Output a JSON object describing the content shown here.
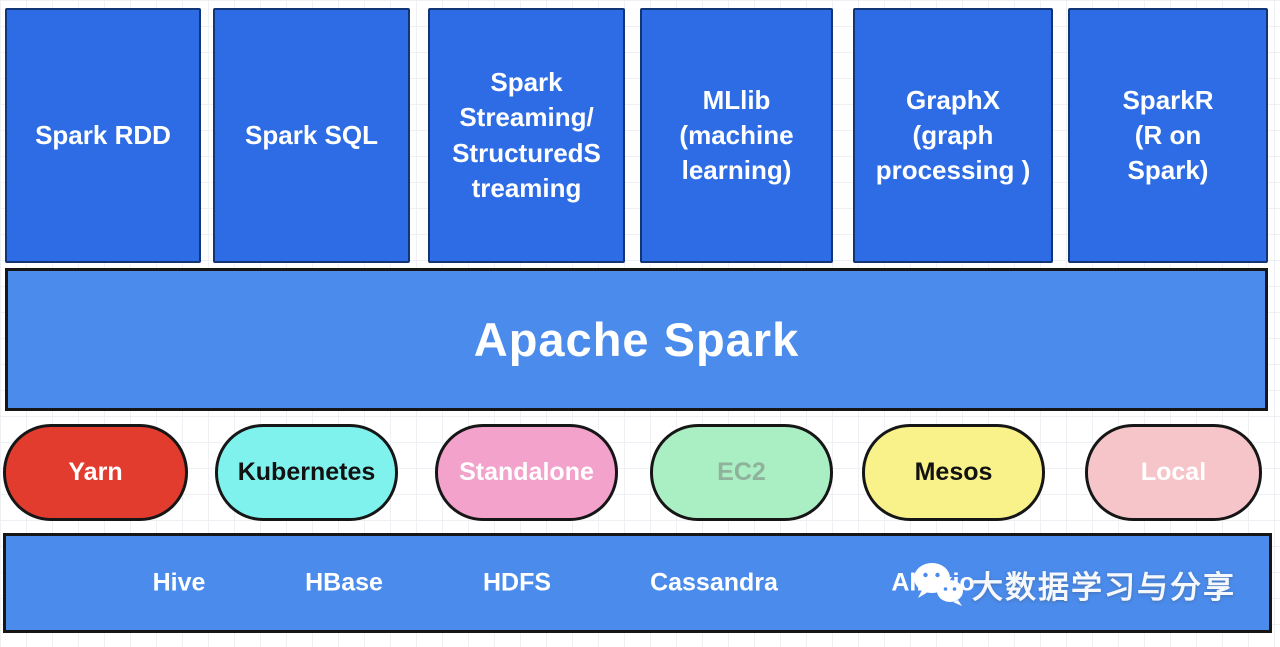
{
  "diagram": {
    "title": "Apache Spark",
    "components": [
      {
        "label": "Spark RDD"
      },
      {
        "label": "Spark SQL"
      },
      {
        "label": "Spark\nStreaming/\nStructuredS\ntreaming"
      },
      {
        "label": "MLlib\n(machine\nlearning)"
      },
      {
        "label": "GraphX\n(graph\nprocessing )"
      },
      {
        "label": "SparkR\n(R on\nSpark)"
      }
    ],
    "cluster_managers": [
      {
        "label": "Yarn",
        "bg": "#e23c2f",
        "fg": "#ffffff"
      },
      {
        "label": "Kubernetes",
        "bg": "#80f2ee",
        "fg": "#121212"
      },
      {
        "label": "Standalone",
        "bg": "#f2a2cb",
        "fg": "#ffffff"
      },
      {
        "label": "EC2",
        "bg": "#aaeec4",
        "fg": "#8fb29b"
      },
      {
        "label": "Mesos",
        "bg": "#f9f28b",
        "fg": "#121212"
      },
      {
        "label": "Local",
        "bg": "#f6c5ca",
        "fg": "#ffffff"
      }
    ],
    "storage": [
      {
        "label": "Hive"
      },
      {
        "label": "HBase"
      },
      {
        "label": "HDFS"
      },
      {
        "label": "Cassandra"
      },
      {
        "label": "Alluxio"
      }
    ],
    "watermark": {
      "icon": "wechat-icon",
      "text": "大数据学习与分享"
    },
    "colors": {
      "component_blue": "#2d6ce4",
      "banner_blue": "#4a8beb"
    }
  }
}
